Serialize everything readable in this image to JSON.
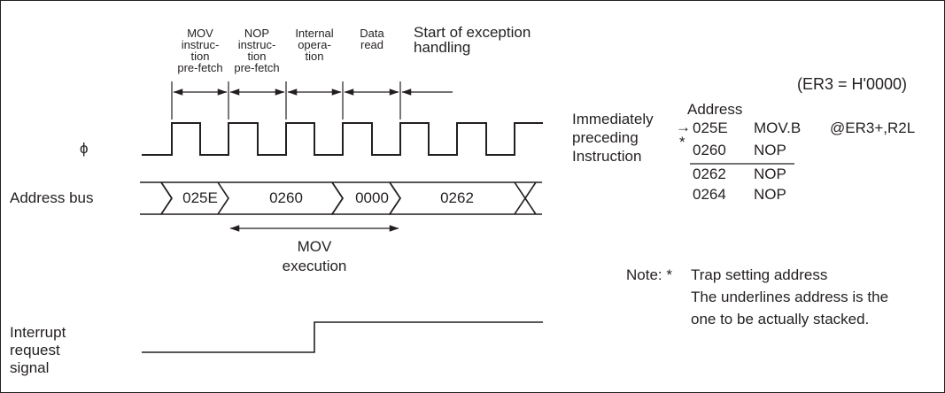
{
  "phase_labels": {
    "mov_prefetch": "MOV\ninstruc-\ntion\npre-fetch",
    "nop_prefetch": "NOP\ninstruc-\ntion\npre-fetch",
    "internal_op": "Internal\nopera-\ntion",
    "data_read": "Data\nread",
    "exception_start": "Start of exception\nhandling"
  },
  "signals": {
    "phi": "ϕ",
    "address_bus": "Address bus",
    "interrupt": "Interrupt\nrequest\nsignal"
  },
  "bus_values": [
    "025E",
    "0260",
    "0000",
    "0262"
  ],
  "mov_execution": "MOV\nexecution",
  "er3_note": "(ER3 = H'0000)",
  "side_label": "Immediately\npreceding\nInstruction",
  "address_header": "Address",
  "instructions": [
    {
      "marker": "→",
      "address": "025E",
      "mnemonic": "MOV.B",
      "operand": "@ER3+,R2L"
    },
    {
      "marker": "*",
      "address": "0260",
      "mnemonic": "NOP",
      "operand": ""
    },
    {
      "marker": "",
      "address": "0262",
      "mnemonic": "NOP",
      "operand": ""
    },
    {
      "marker": "",
      "address": "0264",
      "mnemonic": "NOP",
      "operand": ""
    }
  ],
  "note": {
    "prefix": "Note: *",
    "line1": "Trap setting address",
    "line2": "The underlines address is the",
    "line3": "one to be actually stacked."
  }
}
